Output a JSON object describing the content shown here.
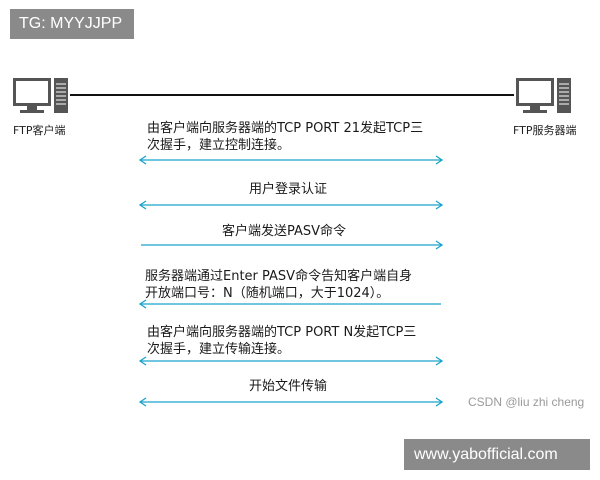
{
  "tags": {
    "top": "TG: MYYJJPP",
    "bottom": "www.yabofficial.com"
  },
  "endpoints": {
    "client": "FTP客户端",
    "server": "FTP服务器端"
  },
  "steps": [
    {
      "line1": "由客户端向服务器端的TCP PORT 21发起TCP三",
      "line2": "次握手，建立控制连接。",
      "direction": "bidirectional"
    },
    {
      "line1": "用户登录认证",
      "line2": "",
      "direction": "bidirectional"
    },
    {
      "line1": "客户端发送PASV命令",
      "line2": "",
      "direction": "to-server"
    },
    {
      "line1": "服务器端通过Enter PASV命令告知客户端自身",
      "line2": "开放端口号：N（随机端口，大于1024）。",
      "direction": "to-client"
    },
    {
      "line1": "由客户端向服务器端的TCP PORT N发起TCP三",
      "line2": "次握手，建立传输连接。",
      "direction": "bidirectional"
    },
    {
      "line1": "开始文件传输",
      "line2": "",
      "direction": "bidirectional"
    }
  ],
  "watermark": "CSDN @liu zhi cheng",
  "colors": {
    "arrow": "#1aa3c9",
    "tag_bg": "#8a8a8a",
    "icon": "#555555"
  }
}
